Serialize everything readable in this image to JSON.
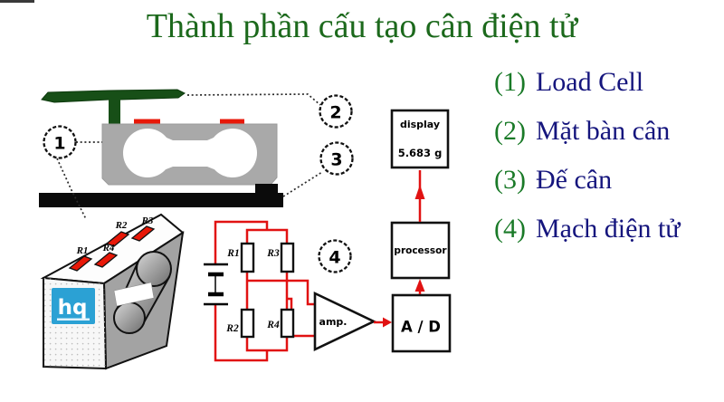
{
  "title": {
    "text": "Thành phần cấu tạo cân điện tử"
  },
  "legend": {
    "items": [
      {
        "num": "(1)",
        "label": "Load Cell"
      },
      {
        "num": "(2)",
        "label": "Mặt bàn cân"
      },
      {
        "num": "(3)",
        "label": "Đế cân"
      },
      {
        "num": "(4)",
        "label": "Mạch điện tử"
      }
    ]
  },
  "callouts": {
    "load_cell": "1",
    "platform": "2",
    "base": "3",
    "circuit": "4"
  },
  "strain_gauges": {
    "r1": "R1",
    "r2": "R2",
    "r3": "R3",
    "r4": "R4"
  },
  "bridge": {
    "r1": "R1",
    "r2": "R2",
    "r3": "R3",
    "r4": "R4"
  },
  "amplifier": {
    "label": "amp."
  },
  "adc": {
    "label": "A / D"
  },
  "processor": {
    "label": "processor"
  },
  "display": {
    "label": "display",
    "value": "5.683 g"
  },
  "logo": {
    "text": "hq"
  },
  "colors": {
    "title_green": "#1c691c",
    "legend_green": "#1a7a28",
    "legend_navy": "#15157d",
    "wire_red": "#e11212",
    "gauge_red": "#e81808",
    "platform_green": "#174f17",
    "block_gray": "#a9a9a9",
    "logo_blue": "#2ba1d4"
  }
}
